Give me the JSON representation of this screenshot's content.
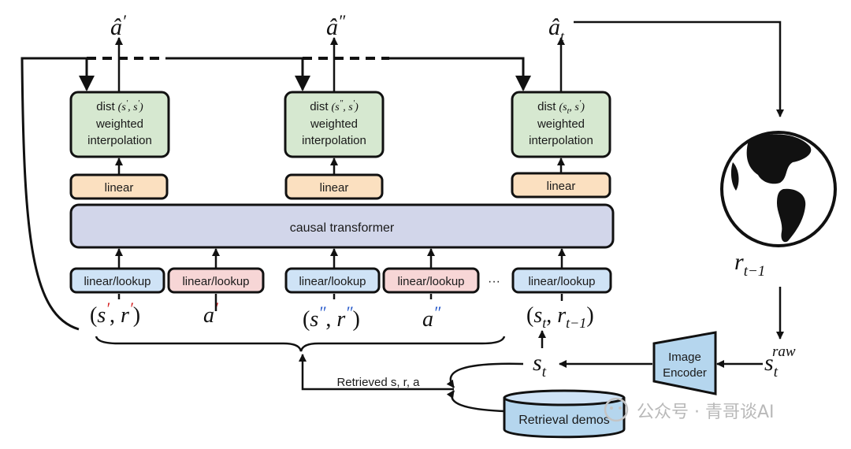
{
  "heads": [
    {
      "output": "â",
      "output_mark": "′",
      "dist_label": "dist",
      "dist_args": [
        "s",
        "′",
        ", ",
        "s",
        "′"
      ],
      "line1": "weighted",
      "line2": "interpolation",
      "linear": "linear"
    },
    {
      "output": "â",
      "output_mark": "″",
      "dist_label": "dist",
      "dist_args": [
        "s",
        "″",
        ", ",
        "s",
        "′"
      ],
      "line1": "weighted",
      "line2": "interpolation",
      "linear": "linear"
    },
    {
      "output": "â",
      "output_sub": "t",
      "dist_label": "dist",
      "dist_args": [
        "s",
        "t",
        ", ",
        "s",
        "′"
      ],
      "line1": "weighted",
      "line2": "interpolation",
      "linear": "linear"
    }
  ],
  "transformer_label": "causal transformer",
  "encoders": [
    "linear/lookup",
    "linear/lookup",
    "linear/lookup",
    "linear/lookup",
    "linear/lookup"
  ],
  "ellipsis": "···",
  "inputs": {
    "sr1": {
      "open": "(",
      "s": "s",
      "s_mark": "′",
      "comma": ", ",
      "r": "r",
      "r_mark": "′",
      "close": ")"
    },
    "a1": {
      "a": "a",
      "mark": "′"
    },
    "sr2": {
      "open": "(",
      "s": "s",
      "s_mark": "″",
      "comma": ", ",
      "r": "r",
      "r_mark": "″",
      "close": ")"
    },
    "a2": {
      "a": "a",
      "mark": "″"
    },
    "sr3": {
      "open": "(",
      "s": "s",
      "s_sub": "t",
      "comma": ", ",
      "r": "r",
      "r_sub": "t−1",
      "close": ")"
    }
  },
  "state": {
    "s": "s",
    "sub": "t"
  },
  "reward": {
    "r": "r",
    "sub": "t−1"
  },
  "raw_state": {
    "s": "s",
    "sub": "t",
    "sup": "raw"
  },
  "encoder": {
    "line1": "Image",
    "line2": "Encoder"
  },
  "retrieved_label": "Retrieved s, r, a",
  "db_label": "Retrieval demos",
  "watermark": "公众号 · 青哥谈AI",
  "colors": {
    "green": "#d6e8d0",
    "orange": "#fbe0c0",
    "lavender": "#d2d6ea",
    "blue": "#cfe3f6",
    "pink": "#f7d6d6",
    "red_mark": "#d62728",
    "blue_mark": "#2457c9"
  }
}
